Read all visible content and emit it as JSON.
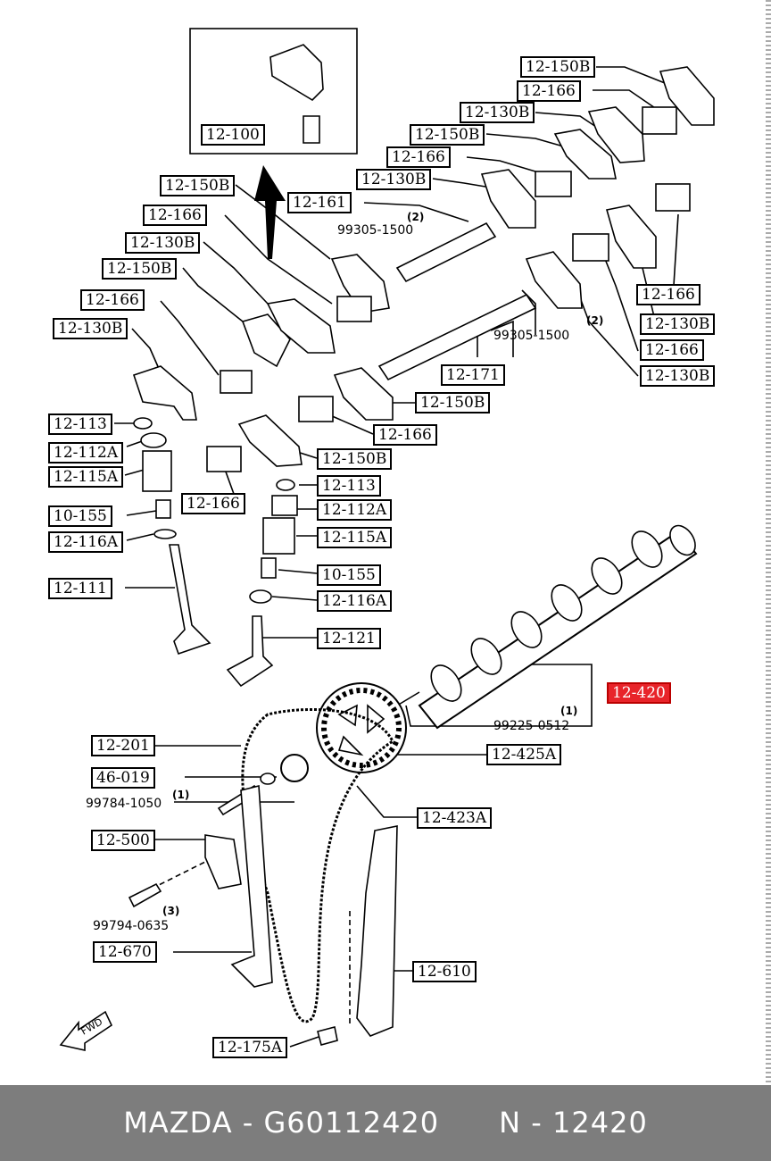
{
  "labels": {
    "l12100": "12-100",
    "l12150b_a": "12-150B",
    "l12166_a": "12-166",
    "l12130b_a": "12-130B",
    "l12150b_b": "12-150B",
    "l12166_b": "12-166",
    "l12130b_b": "12-130B",
    "l12161": "12-161",
    "l12150b_c": "12-150B",
    "l12166_c": "12-166",
    "l12130b_c": "12-130B",
    "l12150b_d": "12-150B",
    "l12166_d": "12-166",
    "l12130b_d": "12-130B",
    "l12166_r1": "12-166",
    "l12130b_r1": "12-130B",
    "l12166_r2": "12-166",
    "l12130b_r2": "12-130B",
    "l12171": "12-171",
    "l12150b_e": "12-150B",
    "l12166_e": "12-166",
    "l12150b_f": "12-150B",
    "l12166_f": "12-166",
    "l12113_a": "12-113",
    "l12112a_a": "12-112A",
    "l12115a_a": "12-115A",
    "l10155_a": "10-155",
    "l12116a_a": "12-116A",
    "l12111": "12-111",
    "l12113_b": "12-113",
    "l12112a_b": "12-112A",
    "l12115a_b": "12-115A",
    "l10155_b": "10-155",
    "l12116a_b": "12-116A",
    "l12121": "12-121",
    "l12420": "12-420",
    "l12425a": "12-425A",
    "l12201": "12-201",
    "l46019": "46-019",
    "l12423a": "12-423A",
    "l12500": "12-500",
    "l12670": "12-670",
    "l12610": "12-610",
    "l12175a": "12-175A"
  },
  "parts": {
    "p99305a": "99305-1500",
    "q99305a": "(2)",
    "p99305b": "99305-1500",
    "q99305b": "(2)",
    "p99225": "99225-0512",
    "q99225": "(1)",
    "p99784": "99784-1050",
    "q99784": "(1)",
    "p99794": "99794-0635",
    "q99794": "(3)"
  },
  "fwd": "FWD",
  "footer": {
    "brand": "MAZDA",
    "part_number": "G60112420",
    "ref": "N - 12420"
  },
  "highlight_color": "#e8242a"
}
